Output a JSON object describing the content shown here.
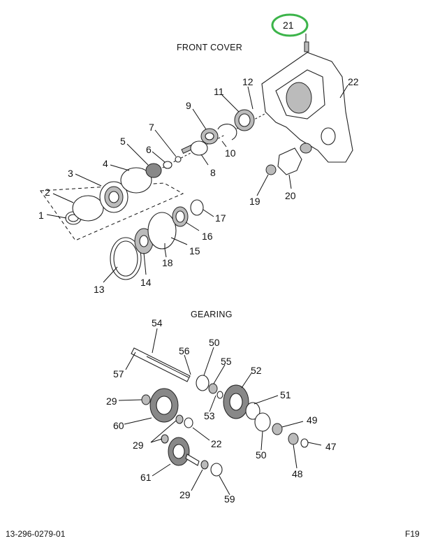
{
  "sections": {
    "front_cover_title": "FRONT COVER",
    "gearing_title": "GEARING"
  },
  "highlight": {
    "label": "21",
    "color": "#3cb44a"
  },
  "callouts": {
    "front_cover": [
      "1",
      "2",
      "3",
      "4",
      "5",
      "6",
      "7",
      "8",
      "9",
      "10",
      "11",
      "12",
      "13",
      "14",
      "15",
      "16",
      "17",
      "18",
      "19",
      "20",
      "22"
    ],
    "gearing": [
      "54",
      "56",
      "50",
      "55",
      "57",
      "52",
      "29",
      "53",
      "51",
      "60",
      "49",
      "29",
      "22",
      "47",
      "50",
      "61",
      "48",
      "29",
      "59"
    ]
  },
  "footer": {
    "part_number": "13-296-0279-01",
    "page_ref": "F19"
  }
}
